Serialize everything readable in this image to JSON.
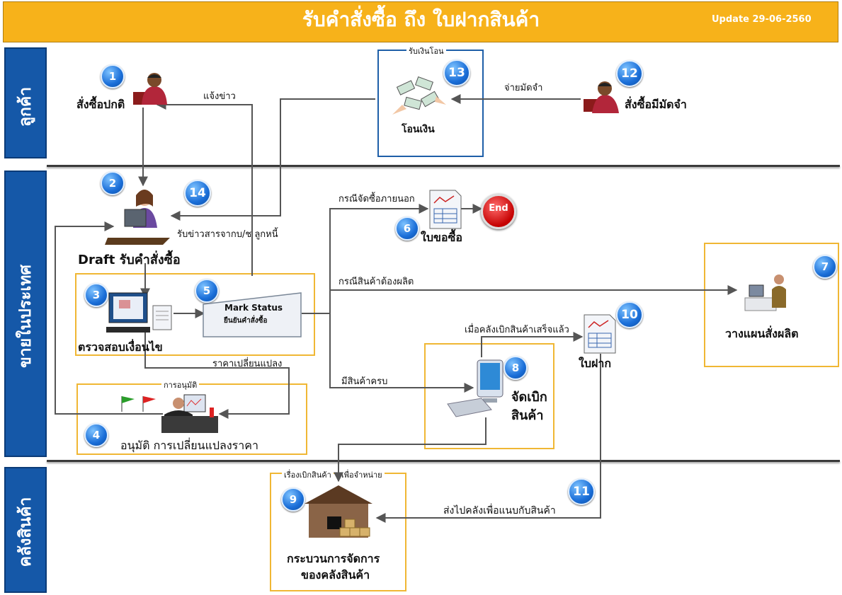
{
  "header": {
    "title": "รับคำสั่งซื้อ  ถึง ใบฝากสินค้า",
    "update": "Update 29-06-2560"
  },
  "lanes": {
    "customer": "ลูกค้า",
    "domestic": "ขายในประเทศ",
    "warehouse": "คลังสินค้า"
  },
  "steps": {
    "s1": {
      "num": "1",
      "label": "สั่งซื้อปกติ"
    },
    "s2": {
      "num": "2",
      "label": "Draft รับคำสั่งซื้อ"
    },
    "s3": {
      "num": "3",
      "label": "ตรวจสอบเงื่อนไข"
    },
    "s4": {
      "num": "4",
      "label": "อนุมัติ การเปลี่ยนแปลงราคา",
      "box_tag": "การอนุมัติ"
    },
    "s5": {
      "num": "5",
      "mark_title": "Mark Status",
      "mark_sub": "ยืนยันคำสั่งซื้อ"
    },
    "s6": {
      "num": "6",
      "label": "ใบขอซื้อ"
    },
    "s7": {
      "num": "7",
      "label": "วางแผนสั่งผลิต"
    },
    "s8": {
      "num": "8",
      "label_line1": "จัดเบิก",
      "label_line2": "สินค้า"
    },
    "s9": {
      "num": "9",
      "label_line1": "กระบวนการจัดการ",
      "label_line2": "ของคลังสินค้า",
      "tag_left": "เรื่องเบิกสินค้า",
      "tag_right": "เพื่อจำหน่าย"
    },
    "s10": {
      "num": "10",
      "label": "ใบฝาก"
    },
    "s11": {
      "num": "11"
    },
    "s12": {
      "num": "12",
      "label": "สั่งซื้อมีมัดจำ"
    },
    "s13": {
      "num": "13",
      "label": "โอนเงิน",
      "box_tag": "รับเงินโอน"
    },
    "s14": {
      "num": "14"
    }
  },
  "end_label": "End",
  "arrows": {
    "notify": "แจ้งข่าว",
    "pay_deposit": "จ่ายมัดจำ",
    "receive_news": "รับข่าวสารจากบ/ช ลูกหนี้",
    "outside_purchase": "กรณีจัดซื้อภายนอก",
    "must_produce": "กรณีสินค้าต้องผลิต",
    "when_done": "เมื่อคลังเบิกสินค้าเสร็จแล้ว",
    "price_change": "ราคาเปลี่ยนแปลง",
    "complete_goods": "มีสินค้าครบ",
    "send_warehouse": "ส่งไปคลังเพื่อแนบกับสินค้า"
  },
  "colors": {
    "title_bg": "#f7b21a",
    "lane_bg": "#1558a8",
    "box_yellow": "#f0b734",
    "box_blue": "#1e5fa8",
    "badge": "#1a6ed8",
    "arrow": "#555555"
  }
}
